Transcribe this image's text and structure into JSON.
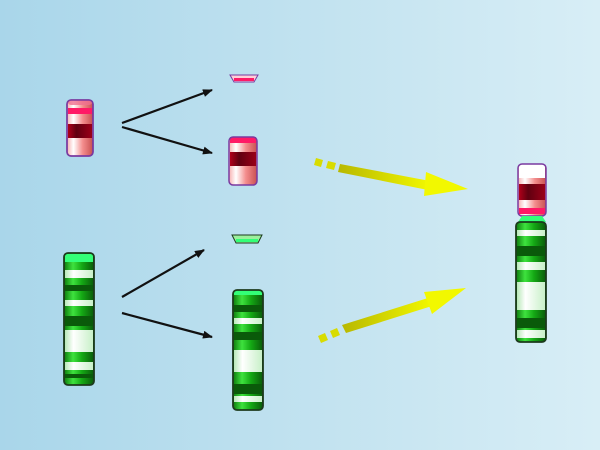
{
  "diagram": {
    "type": "chromosome-translocation",
    "colors": {
      "background_left": "#a9d6ea",
      "background_right": "#d8eef6",
      "red_chromosome_light": "#ffffff",
      "red_chromosome_mid": "#f08a8a",
      "red_chromosome_dark": "#8a0010",
      "red_chromosome_outline": "#7a3aa0",
      "green_chromosome_light": "#f4fff4",
      "green_chromosome_mid": "#18c018",
      "green_chromosome_dark": "#0a5a0a",
      "green_chromosome_outline": "#1c3a1c",
      "centromere_red": "#ff1a66",
      "centromere_green": "#33ff77",
      "black_arrow": "#111111",
      "yellow_arrow": "#e6ee00"
    },
    "stages": [
      {
        "name": "original-chromosomes",
        "items": [
          "red-chromosome",
          "green-chromosome"
        ]
      },
      {
        "name": "broken-fragments",
        "items": [
          "red-tip-fragment",
          "red-body-fragment",
          "green-tip-fragment",
          "green-body-fragment"
        ]
      },
      {
        "name": "translocated-chromosome",
        "items": [
          "red-segment",
          "green-segment"
        ]
      }
    ]
  }
}
